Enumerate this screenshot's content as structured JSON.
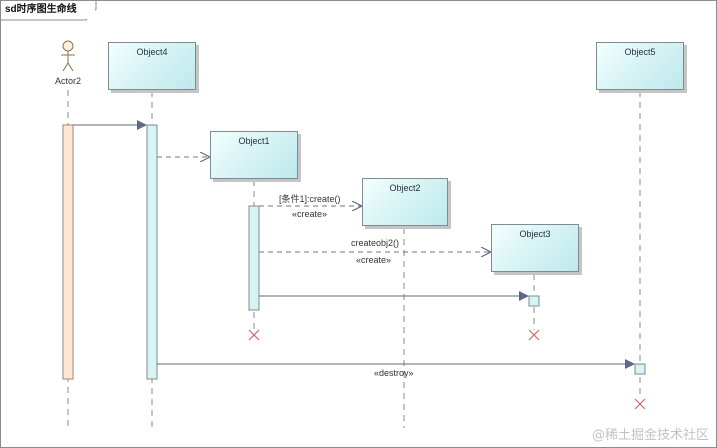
{
  "diagram": {
    "frame_title": "sd时序图生命线",
    "participants": {
      "actor": {
        "label": "Actor2"
      },
      "object4": {
        "label": "Object4"
      },
      "object5": {
        "label": "Object5"
      },
      "object1": {
        "label": "Object1"
      },
      "object2": {
        "label": "Object2"
      },
      "object3": {
        "label": "Object3"
      }
    },
    "messages": {
      "m1": {
        "guard": "[条件1]:create()",
        "stereotype": "«create»"
      },
      "m2": {
        "label": "createobj2()",
        "stereotype": "«create»"
      },
      "m3": {
        "stereotype": "«destroy»"
      }
    },
    "watermark": "@稀土掘金技术社区"
  },
  "colors": {
    "box_fill": "#d9f4f5",
    "box_border": "#7e8c92",
    "activation_fill": "#d8f3f4",
    "actor_activation_fill": "#fde7d2",
    "destroy_color": "#c96d6d",
    "line_color": "#6e7786"
  }
}
